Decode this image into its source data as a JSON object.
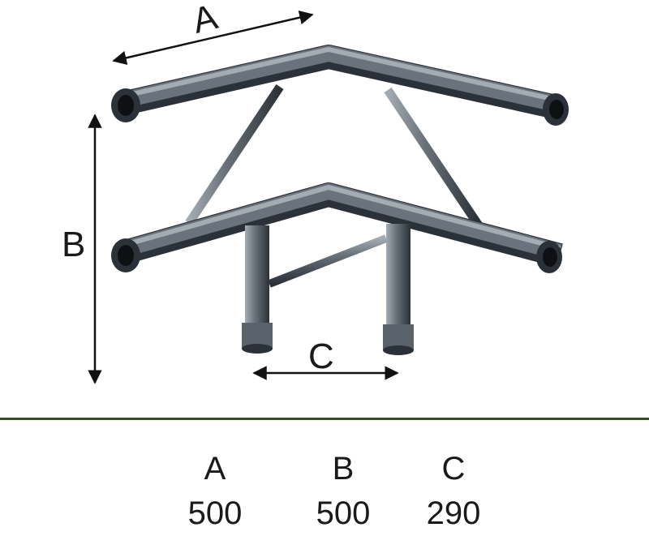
{
  "diagram": {
    "labels": {
      "a": "A",
      "b": "B",
      "c": "C"
    },
    "colors": {
      "tube_dark": "#2b3138",
      "tube_mid": "#5a626b",
      "tube_light": "#9aa2aa",
      "arrow": "#111111",
      "divider": "#3d4a2a"
    }
  },
  "dimensions": {
    "headers": [
      "A",
      "B",
      "C"
    ],
    "values": [
      "500",
      "500",
      "290"
    ]
  }
}
